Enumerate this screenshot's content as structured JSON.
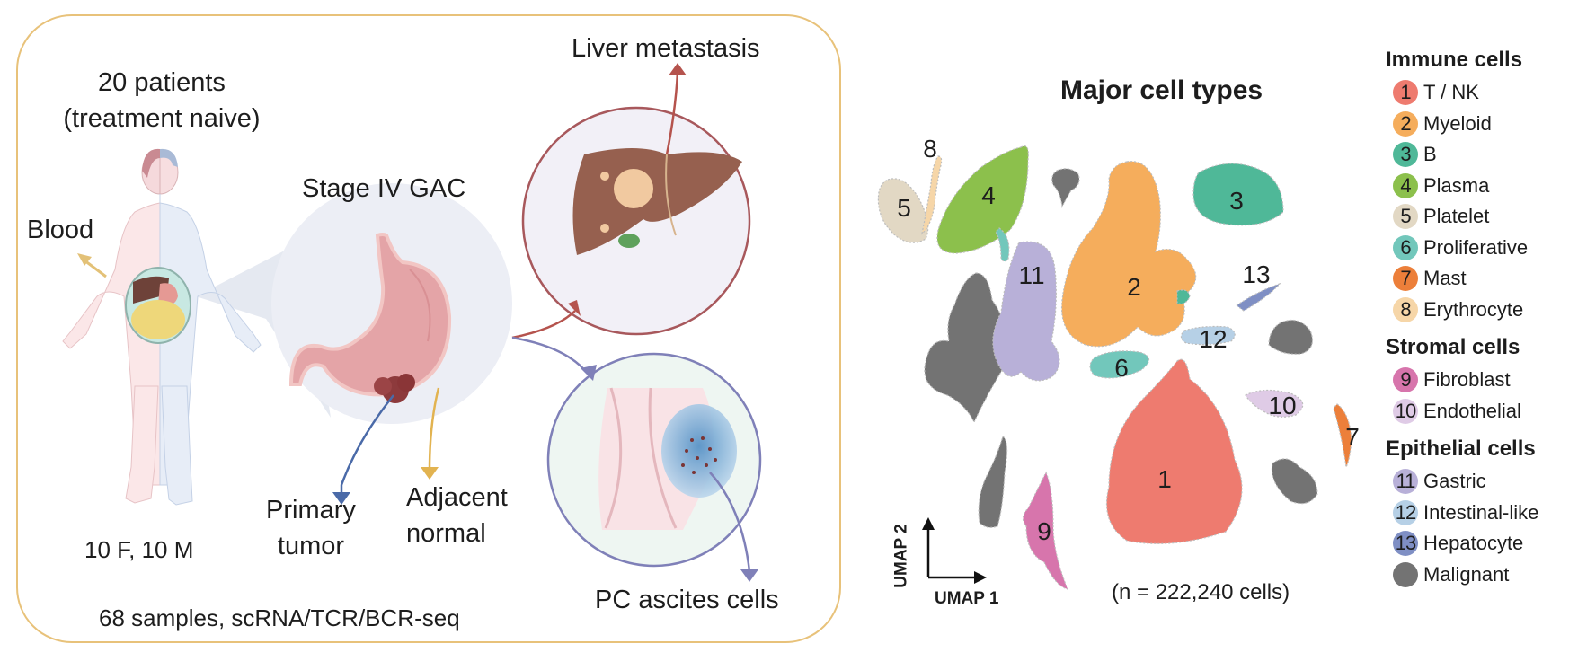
{
  "design": {
    "patients_line1": "20 patients",
    "patients_line2": "(treatment naive)",
    "sex_split": "10 F, 10 M",
    "blood_label": "Blood",
    "stage_label": "Stage IV GAC",
    "primary_line1": "Primary",
    "primary_line2": "tumor",
    "adjacent_line1": "Adjacent",
    "adjacent_line2": "normal",
    "liver_label": "Liver metastasis",
    "ascites_label": "PC ascites cells",
    "samples_label": "68 samples, scRNA/TCR/BCR-seq",
    "colors": {
      "panel_border": "#e8c27a",
      "blood_arrow": "#e3c177",
      "primary_arrow": "#4a6aa8",
      "adjacent_arrow": "#e2b350",
      "liver_arrow": "#b5534d",
      "ascites_arrow": "#7f80b8"
    }
  },
  "umap": {
    "title": "Major cell types",
    "x_axis": "UMAP 1",
    "y_axis": "UMAP 2",
    "cell_count": "(n = 222,240 cells)"
  },
  "legend": {
    "groups": [
      {
        "heading": "Immune cells",
        "items": [
          {
            "num": "1",
            "label": "T / NK",
            "color": "#ee7b6f"
          },
          {
            "num": "2",
            "label": "Myeloid",
            "color": "#f5ad5c"
          },
          {
            "num": "3",
            "label": "B",
            "color": "#4fb898"
          },
          {
            "num": "4",
            "label": "Plasma",
            "color": "#8cc04c"
          },
          {
            "num": "5",
            "label": "Platelet",
            "color": "#e2d8c4"
          },
          {
            "num": "6",
            "label": "Proliferative",
            "color": "#72c7bb"
          },
          {
            "num": "7",
            "label": "Mast",
            "color": "#ec7f3a"
          },
          {
            "num": "8",
            "label": "Erythrocyte",
            "color": "#f6d6a8"
          }
        ]
      },
      {
        "heading": "Stromal cells",
        "items": [
          {
            "num": "9",
            "label": "Fibroblast",
            "color": "#d775ac"
          },
          {
            "num": "10",
            "label": "Endothelial",
            "color": "#dfcbe6"
          }
        ]
      },
      {
        "heading": "Epithelial cells",
        "items": [
          {
            "num": "11",
            "label": "Gastric",
            "color": "#b8b0d8"
          },
          {
            "num": "12",
            "label": "Intestinal-like",
            "color": "#b6d0e6"
          },
          {
            "num": "13",
            "label": "Hepatocyte",
            "color": "#7f8fc4"
          },
          {
            "num": "",
            "label": "Malignant",
            "color": "#737373"
          }
        ]
      }
    ]
  }
}
